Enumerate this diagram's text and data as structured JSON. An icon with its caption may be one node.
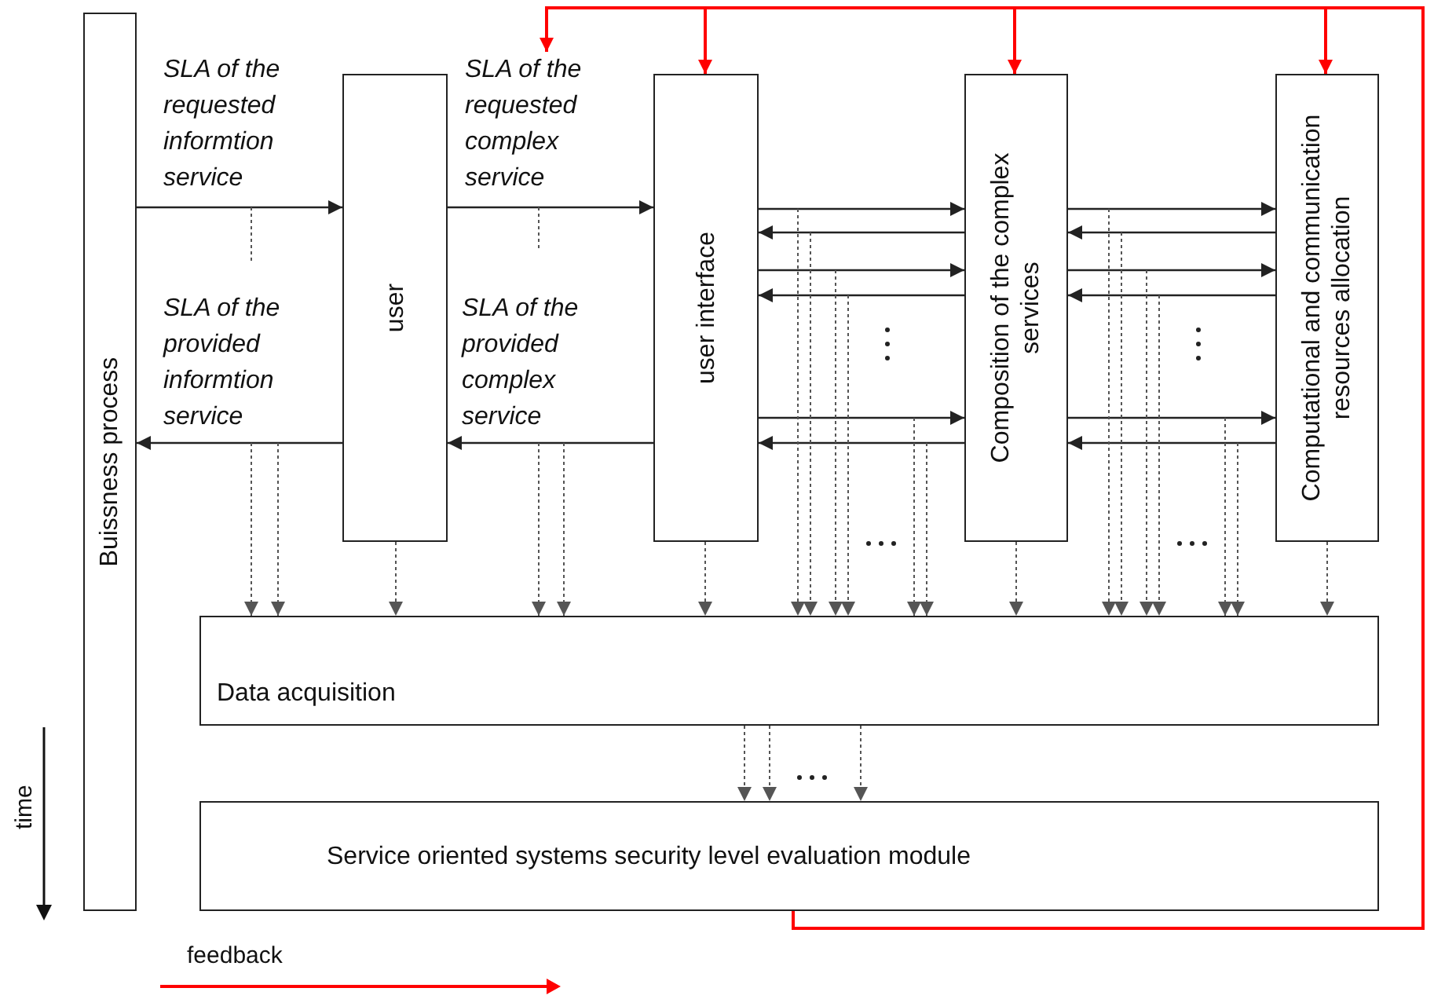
{
  "diagram": {
    "nodes": [
      {
        "text": [
          "Buissness process"
        ]
      },
      {
        "text": [
          "user"
        ]
      },
      {
        "text": [
          "user interface"
        ]
      },
      {
        "text": [
          "Composition of the complex services"
        ]
      },
      {
        "text": [
          "Computational and communication resources allocation"
        ]
      },
      {
        "text": [
          "Data acquisition"
        ]
      },
      {
        "text": [
          "Service oriented systems security level evaluation module"
        ]
      }
    ],
    "edges": [
      {
        "from": 0,
        "to": 1,
        "arrow": "to",
        "label": "SLA of the requested informtion service"
      },
      {
        "from": 1,
        "to": 0,
        "arrow": "to",
        "label": "SLA of the provided informtion service"
      },
      {
        "from": 1,
        "to": 2,
        "arrow": "to",
        "label": "SLA of the requested complex service"
      },
      {
        "from": 2,
        "to": 1,
        "arrow": "to",
        "label": "SLA of the provided complex service"
      },
      {
        "from": 2,
        "to": 3,
        "arrow": "to"
      },
      {
        "from": 3,
        "to": 2,
        "arrow": "to"
      },
      {
        "from": 2,
        "to": 3,
        "arrow": "to"
      },
      {
        "from": 3,
        "to": 2,
        "arrow": "to"
      },
      {
        "from": 2,
        "to": 3,
        "arrow": "to"
      },
      {
        "from": 3,
        "to": 2,
        "arrow": "to"
      },
      {
        "from": 3,
        "to": 4,
        "arrow": "to"
      },
      {
        "from": 4,
        "to": 3,
        "arrow": "to"
      },
      {
        "from": 3,
        "to": 4,
        "arrow": "to"
      },
      {
        "from": 4,
        "to": 3,
        "arrow": "to"
      },
      {
        "from": 3,
        "to": 4,
        "arrow": "to"
      },
      {
        "from": 4,
        "to": 3,
        "arrow": "to"
      },
      {
        "from": null,
        "to": 5,
        "arrow": "to",
        "style": "dashed"
      },
      {
        "from": null,
        "to": 5,
        "arrow": "to",
        "style": "dashed"
      },
      {
        "from": 1,
        "to": 5,
        "arrow": "to",
        "style": "dashed"
      },
      {
        "from": null,
        "to": 5,
        "arrow": "to",
        "style": "dashed"
      },
      {
        "from": null,
        "to": 5,
        "arrow": "to",
        "style": "dashed"
      },
      {
        "from": 2,
        "to": 5,
        "arrow": "to",
        "style": "dashed"
      },
      {
        "from": null,
        "to": 5,
        "arrow": "to",
        "style": "dashed"
      },
      {
        "from": null,
        "to": 5,
        "arrow": "to",
        "style": "dashed"
      },
      {
        "from": null,
        "to": 5,
        "arrow": "to",
        "style": "dashed"
      },
      {
        "from": null,
        "to": 5,
        "arrow": "to",
        "style": "dashed"
      },
      {
        "from": null,
        "to": 5,
        "arrow": "to",
        "style": "dashed"
      },
      {
        "from": null,
        "to": 5,
        "arrow": "to",
        "style": "dashed"
      },
      {
        "from": 3,
        "to": 5,
        "arrow": "to",
        "style": "dashed"
      },
      {
        "from": null,
        "to": 5,
        "arrow": "to",
        "style": "dashed"
      },
      {
        "from": null,
        "to": 5,
        "arrow": "to",
        "style": "dashed"
      },
      {
        "from": null,
        "to": 5,
        "arrow": "to",
        "style": "dashed"
      },
      {
        "from": null,
        "to": 5,
        "arrow": "to",
        "style": "dashed"
      },
      {
        "from": null,
        "to": 5,
        "arrow": "to",
        "style": "dashed"
      },
      {
        "from": null,
        "to": 5,
        "arrow": "to",
        "style": "dashed"
      },
      {
        "from": 4,
        "to": 5,
        "arrow": "to",
        "style": "dashed"
      },
      {
        "from": 5,
        "to": 6,
        "arrow": "to",
        "style": "dashed"
      },
      {
        "from": 5,
        "to": 6,
        "arrow": "to",
        "style": "dashed"
      },
      {
        "from": 5,
        "to": 6,
        "arrow": "to",
        "style": "dashed"
      },
      {
        "from": 6,
        "to": null,
        "arrow": "to",
        "color": "#ff0000"
      },
      {
        "from": 6,
        "to": 2,
        "arrow": "to",
        "color": "#ff0000"
      },
      {
        "from": 6,
        "to": 3,
        "arrow": "to",
        "color": "#ff0000"
      },
      {
        "from": 6,
        "to": 4,
        "arrow": "to",
        "color": "#ff0000"
      }
    ],
    "labels": [
      "time"
    ],
    "legend": [
      {
        "text": "feedback"
      }
    ]
  }
}
